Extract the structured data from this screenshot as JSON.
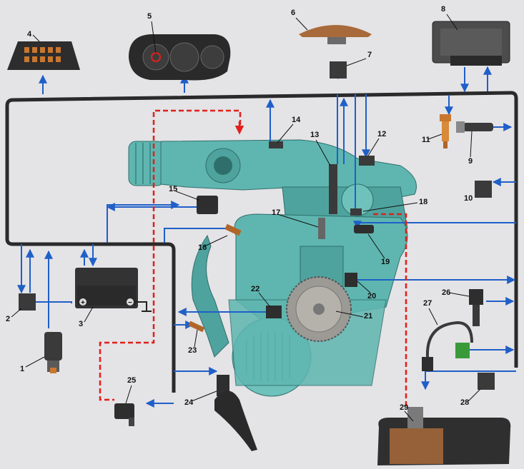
{
  "diagram": {
    "callouts": [
      "1",
      "2",
      "3",
      "4",
      "5",
      "6",
      "7",
      "8",
      "9",
      "10",
      "11",
      "12",
      "13",
      "14",
      "15",
      "16",
      "17",
      "18",
      "19",
      "20",
      "21",
      "22",
      "23",
      "24",
      "25",
      "26",
      "27",
      "28",
      "29"
    ],
    "battery_plus": "+",
    "battery_minus": "−",
    "colors": {
      "background": "#e4e3e6",
      "wire": "#2a2a2a",
      "signal": "#1f5fc8",
      "fuel_vapor": "#e0201a",
      "engine": "#5fb6b0",
      "engine_dark": "#3e8f8a",
      "component": "#3a3a3a",
      "copper": "#c9772e"
    }
  }
}
